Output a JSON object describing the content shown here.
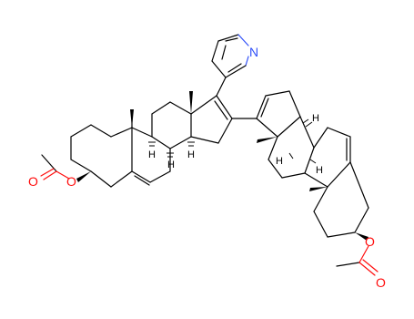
{
  "molecule": {
    "atoms": {
      "nitrogen": {
        "symbol": "N",
        "color": "#3050f8"
      },
      "oxygen_ester_left": {
        "symbol": "O",
        "color": "#ff0d0d"
      },
      "oxygen_carbonyl_left": {
        "symbol": "O",
        "color": "#ff0d0d"
      },
      "oxygen_ester_right": {
        "symbol": "O",
        "color": "#ff0d0d"
      },
      "oxygen_carbonyl_right": {
        "symbol": "O",
        "color": "#ff0d0d"
      }
    },
    "stereo_hydrogens": [
      "H",
      "H",
      "H",
      "H",
      "H",
      "H"
    ],
    "colors": {
      "bond": "#000000",
      "oxygen": "#ff0d0d",
      "nitrogen": "#3050f8",
      "background": "#ffffff"
    }
  }
}
